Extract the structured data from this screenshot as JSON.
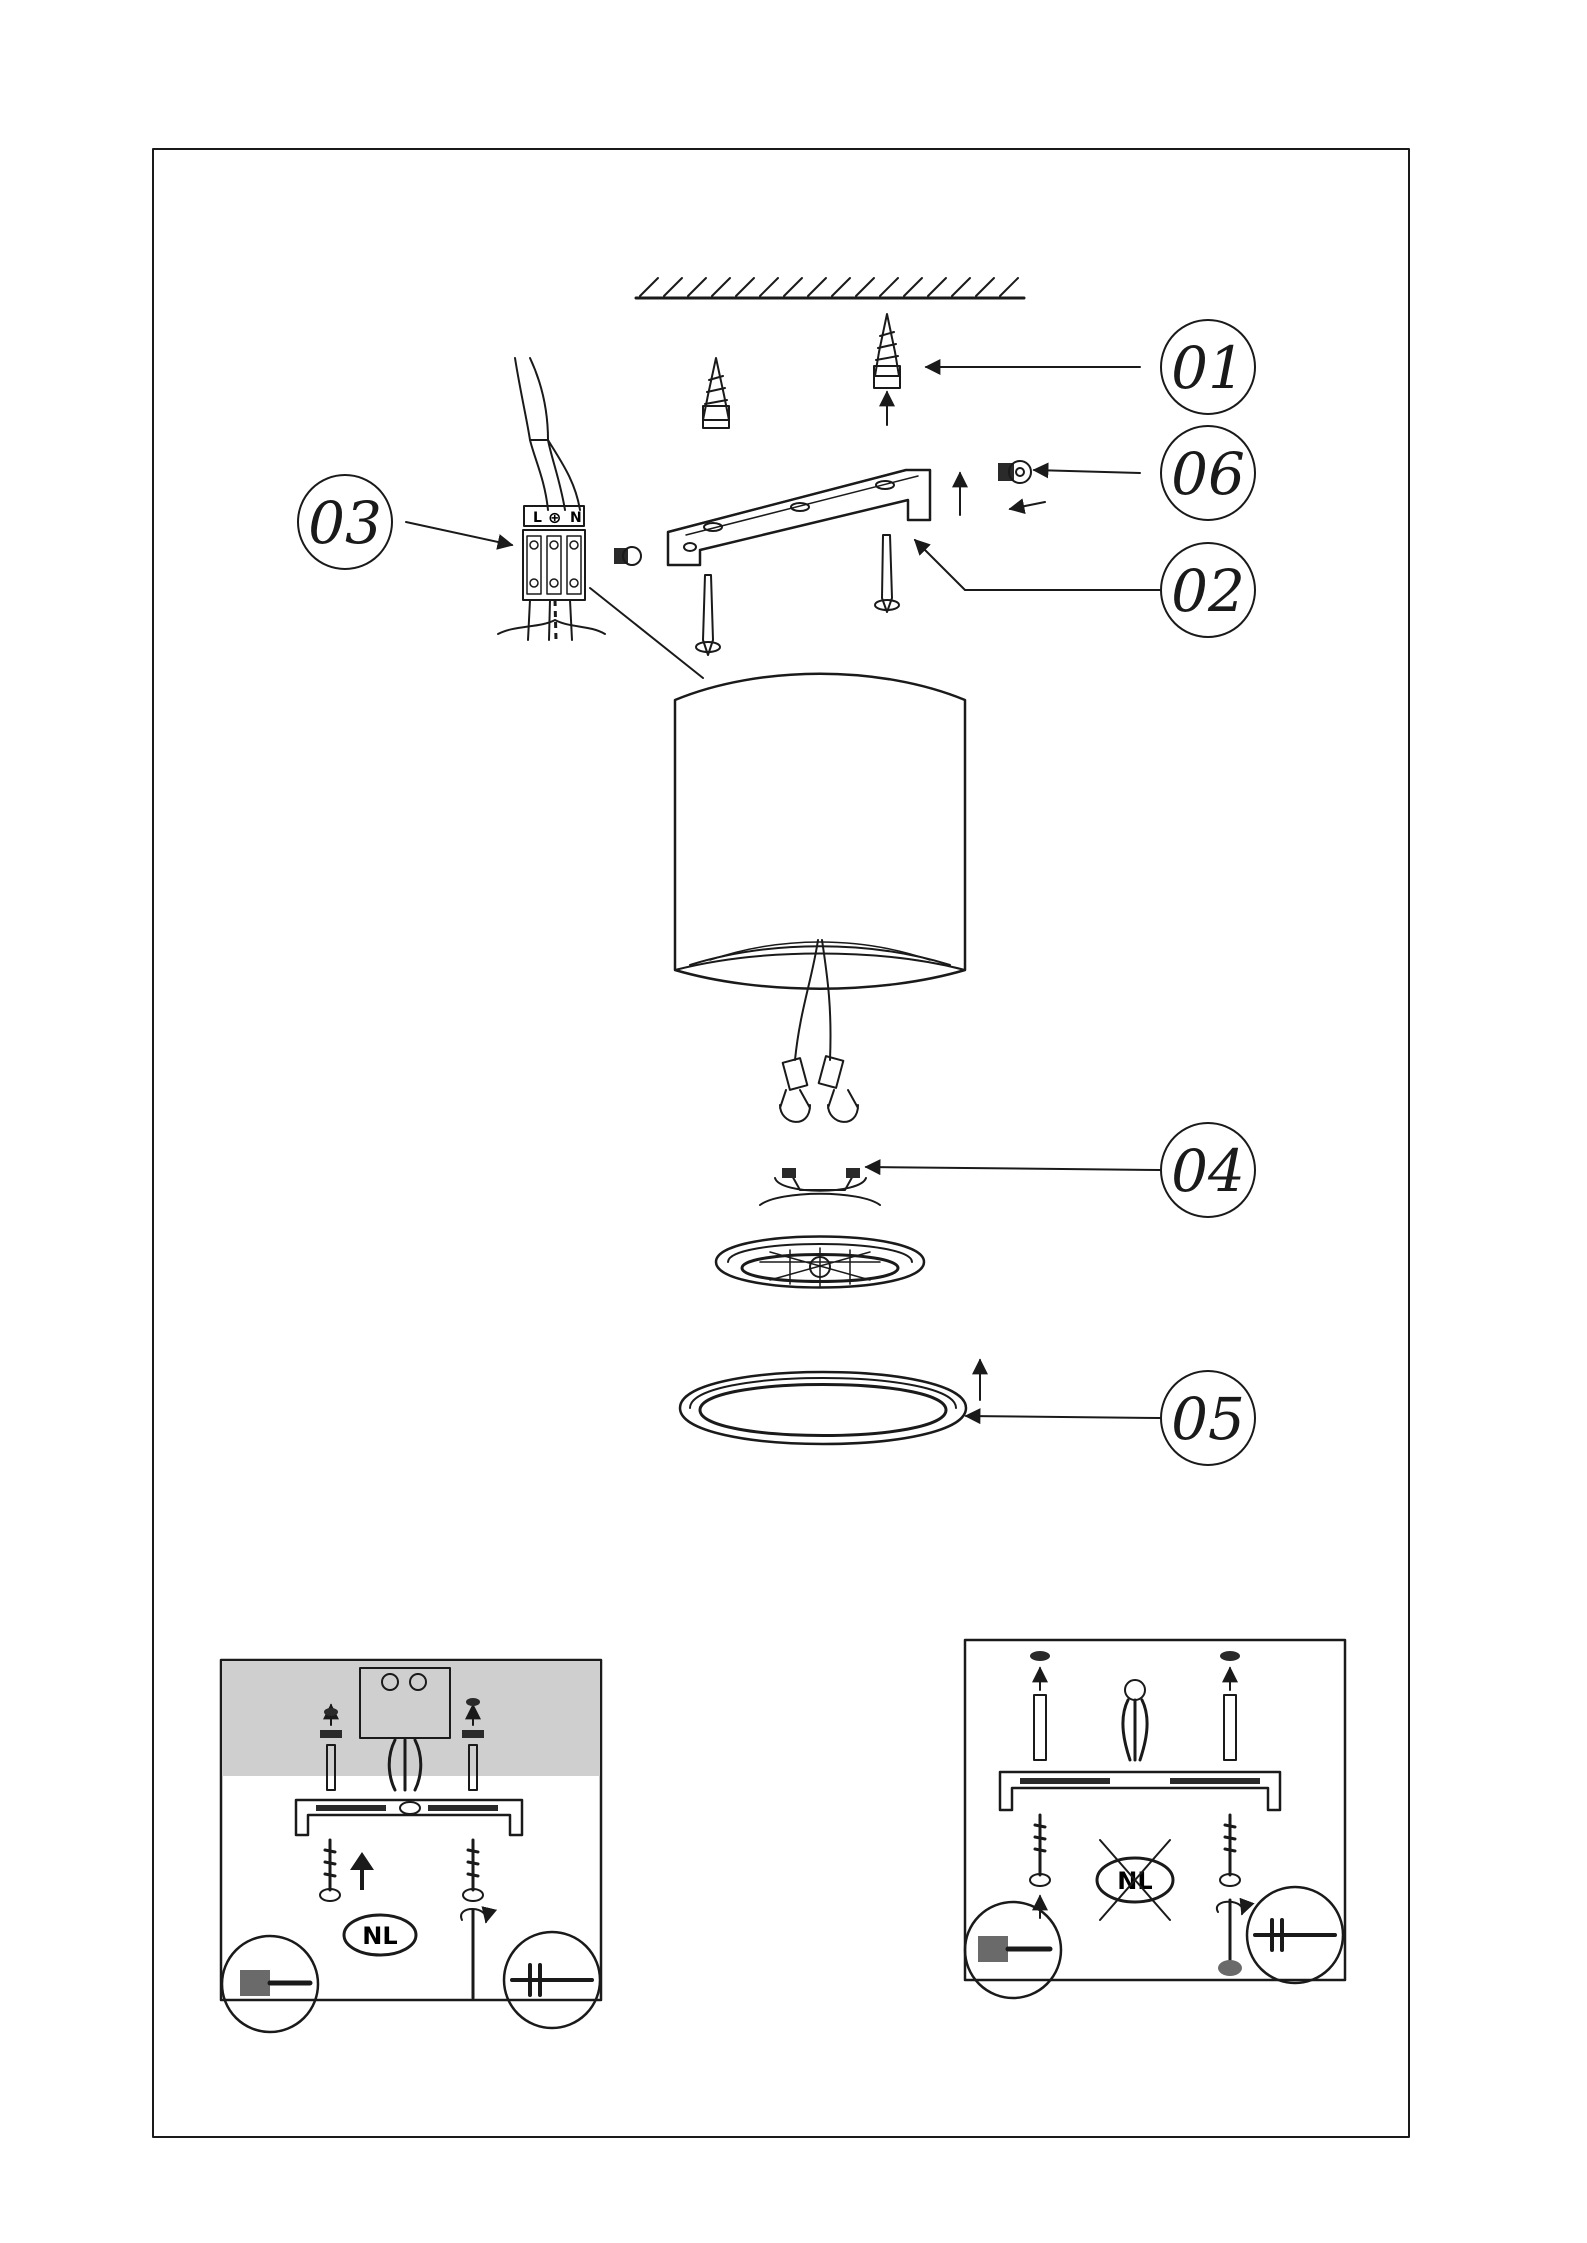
{
  "callouts": [
    {
      "id": "01",
      "label": "01"
    },
    {
      "id": "02",
      "label": "02"
    },
    {
      "id": "03",
      "label": "03"
    },
    {
      "id": "04",
      "label": "04"
    },
    {
      "id": "05",
      "label": "05"
    },
    {
      "id": "06",
      "label": "06"
    }
  ],
  "terminal_block": {
    "left": "L",
    "center": "⊕",
    "right": "N"
  },
  "inset_left": {
    "badge": "NL"
  },
  "inset_right": {
    "badge": "NL"
  },
  "colors": {
    "line": "#1a1a1a",
    "ceiling_gray": "#cfcfcf",
    "fill_dark": "#2a2a2a"
  }
}
